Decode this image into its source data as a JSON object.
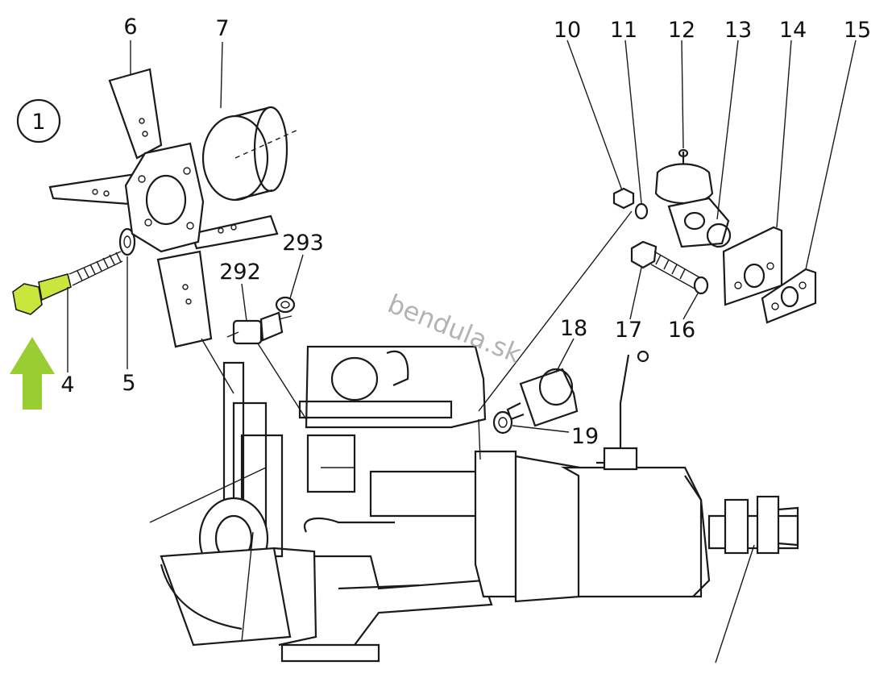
{
  "diagram": {
    "group_marker": "1",
    "watermark": "bendula.sk",
    "highlight_color": "#9acd32",
    "bolt_color": "#c8e63c",
    "labels": {
      "l4": "4",
      "l5": "5",
      "l6": "6",
      "l7": "7",
      "l10": "10",
      "l11": "11",
      "l12": "12",
      "l13": "13",
      "l14": "14",
      "l15": "15",
      "l16": "16",
      "l17": "17",
      "l18": "18",
      "l19": "19",
      "l292": "292",
      "l293": "293"
    }
  }
}
